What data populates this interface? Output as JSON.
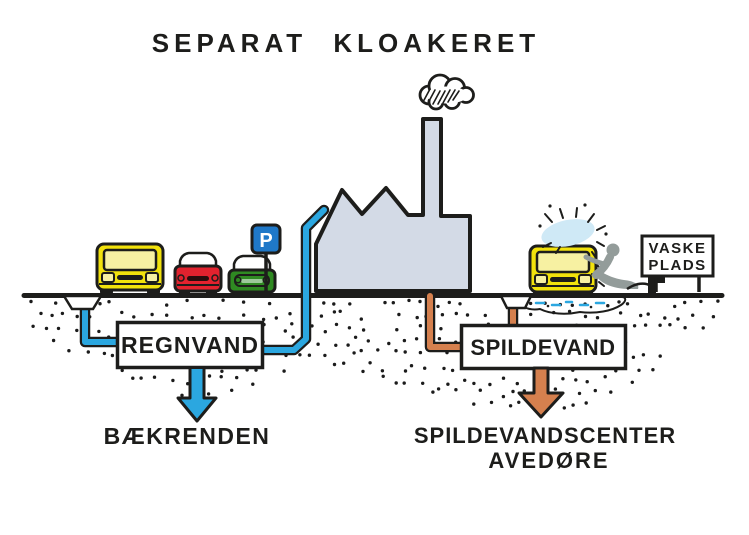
{
  "title": "SEPARAT KLOAKERET",
  "boxes": {
    "rainwater": "REGNVAND",
    "wastewater": "SPILDEVAND"
  },
  "destinations": {
    "rainwater": "BÆKRENDEN",
    "wastewater_line1": "SPILDEVANDSCENTER",
    "wastewater_line2": "AVEDØRE"
  },
  "signs": {
    "parking": "P",
    "wash_line1": "VASKE",
    "wash_line2": "PLADS"
  },
  "icons": {
    "factory": "factory-building-icon",
    "smoke": "smoke-cloud-icon",
    "bus_parked": "yellow-bus-icon",
    "car_red": "red-car-icon",
    "car_green": "green-car-icon",
    "bus_washed": "yellow-bus-being-washed-icon",
    "person": "person-washing-icon",
    "splash": "water-splash-icon",
    "tap": "water-tap-icon",
    "drain_street": "street-drain-icon",
    "drain_wash": "wash-pad-drain-icon"
  },
  "colors": {
    "ink": "#1d1d1b",
    "rainwater_blue": "#2ba7e0",
    "wastewater_orange": "#d5804e",
    "factory_fill": "#d3dae6",
    "vehicle_yellow": "#f2e20c",
    "windshield_yellow": "#f7f1a2",
    "vehicle_red": "#e2222e",
    "vehicle_green": "#2f8a22",
    "parking_sign_blue": "#1f78c8",
    "person_gray": "#939c9a",
    "splash_blue": "#cfe9f6"
  }
}
